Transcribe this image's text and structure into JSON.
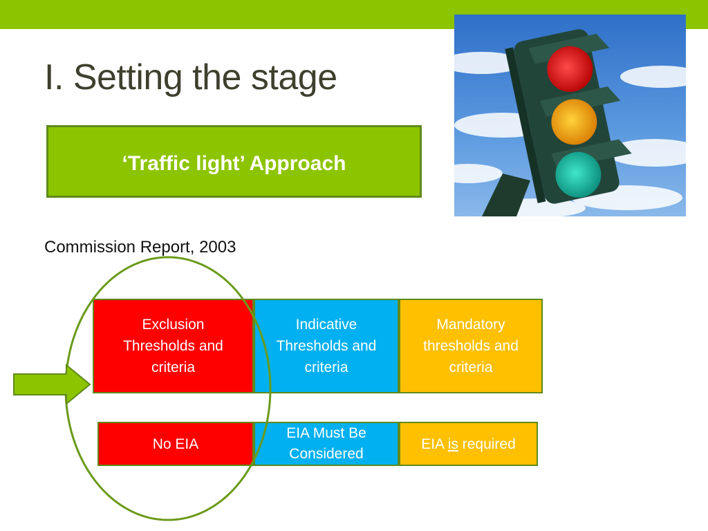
{
  "slide": {
    "title": "I. Setting the stage",
    "approach_label": "‘Traffic light’ Approach",
    "report": "Commission Report, 2003"
  },
  "thresholds": [
    {
      "label": "Exclusion Thresholds and criteria",
      "color": "#ff0000"
    },
    {
      "label": "Indicative Thresholds and criteria",
      "color": "#00b0f0"
    },
    {
      "label": "Mandatory thresholds and criteria",
      "color": "#ffc000"
    }
  ],
  "outcomes": [
    {
      "label": "No EIA"
    },
    {
      "label": "EIA Must  Be Considered"
    },
    {
      "prefix": "EIA ",
      "emphasis": "is",
      "suffix": " required"
    }
  ],
  "colors": {
    "accent_green": "#8dc400",
    "border_green": "#5f8a1a",
    "red": "#ff0000",
    "blue": "#00b0f0",
    "amber": "#ffc000"
  },
  "icons": {
    "photo": "traffic-light-photo",
    "arrow": "right-arrow-icon",
    "highlight": "highlight-ellipse"
  }
}
